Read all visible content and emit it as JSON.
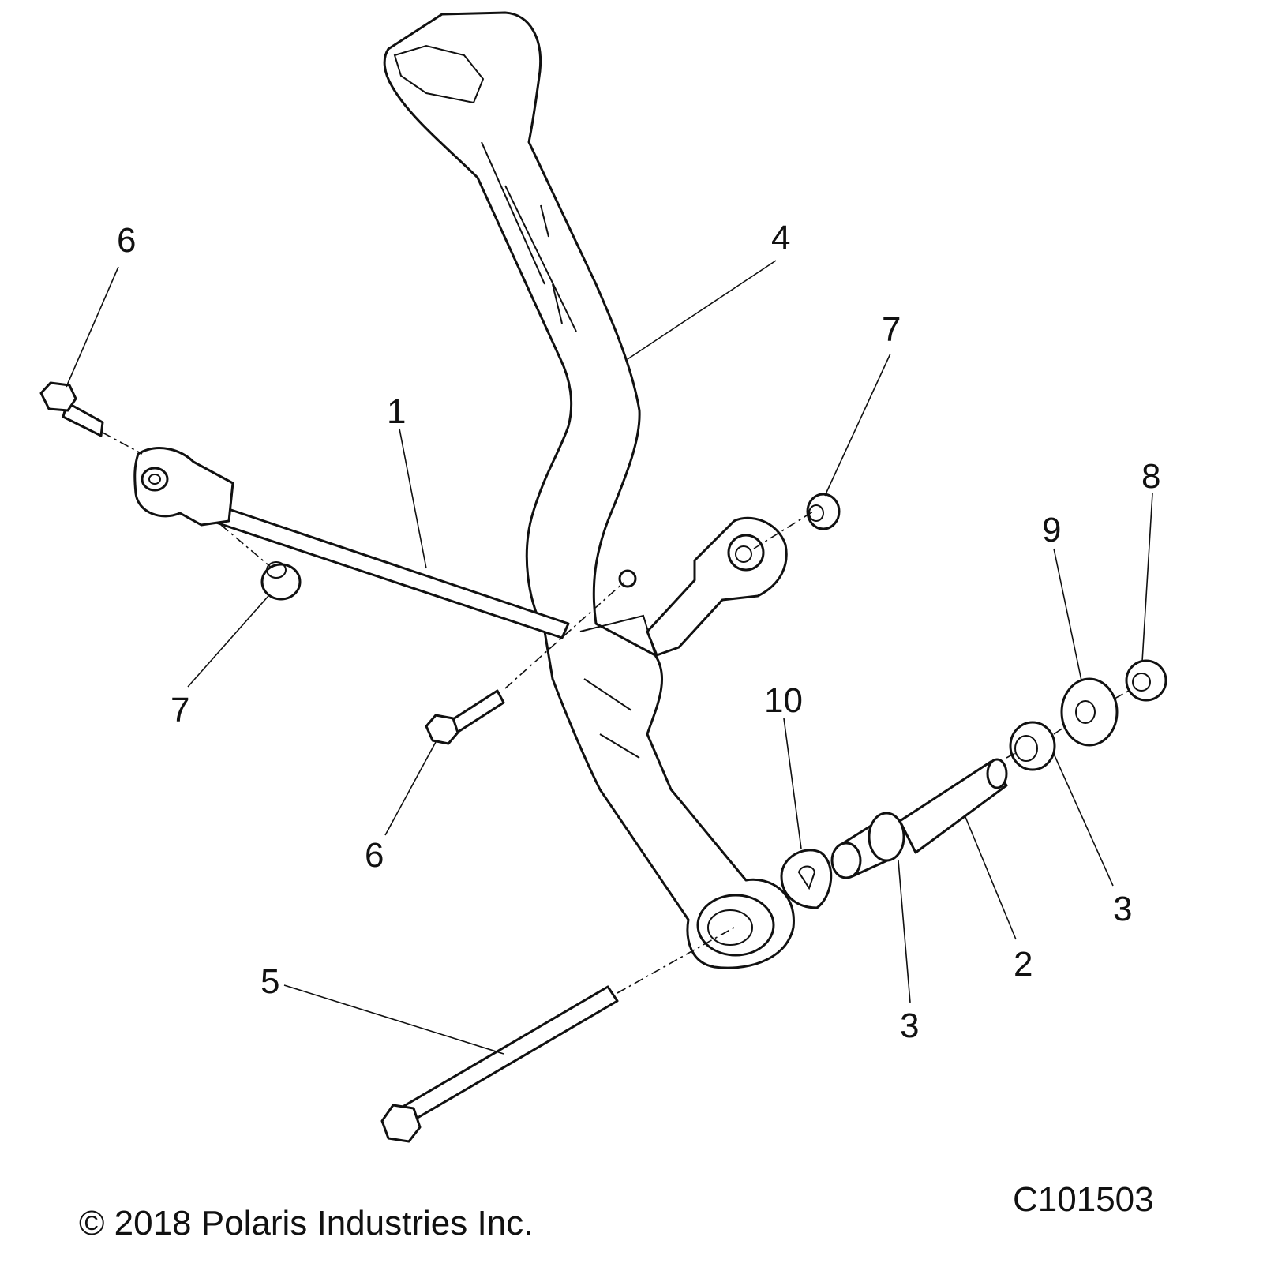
{
  "diagram": {
    "callouts": [
      {
        "id": "c6a",
        "label": "6"
      },
      {
        "id": "c4",
        "label": "4"
      },
      {
        "id": "c7a",
        "label": "7"
      },
      {
        "id": "c1",
        "label": "1"
      },
      {
        "id": "c8",
        "label": "8"
      },
      {
        "id": "c9",
        "label": "9"
      },
      {
        "id": "c7b",
        "label": "7"
      },
      {
        "id": "c10",
        "label": "10"
      },
      {
        "id": "c6b",
        "label": "6"
      },
      {
        "id": "c3a",
        "label": "3"
      },
      {
        "id": "c2",
        "label": "2"
      },
      {
        "id": "c5",
        "label": "5"
      },
      {
        "id": "c3b",
        "label": "3"
      }
    ],
    "drawing_number": "C101503",
    "copyright": "© 2018 Polaris Industries Inc."
  }
}
